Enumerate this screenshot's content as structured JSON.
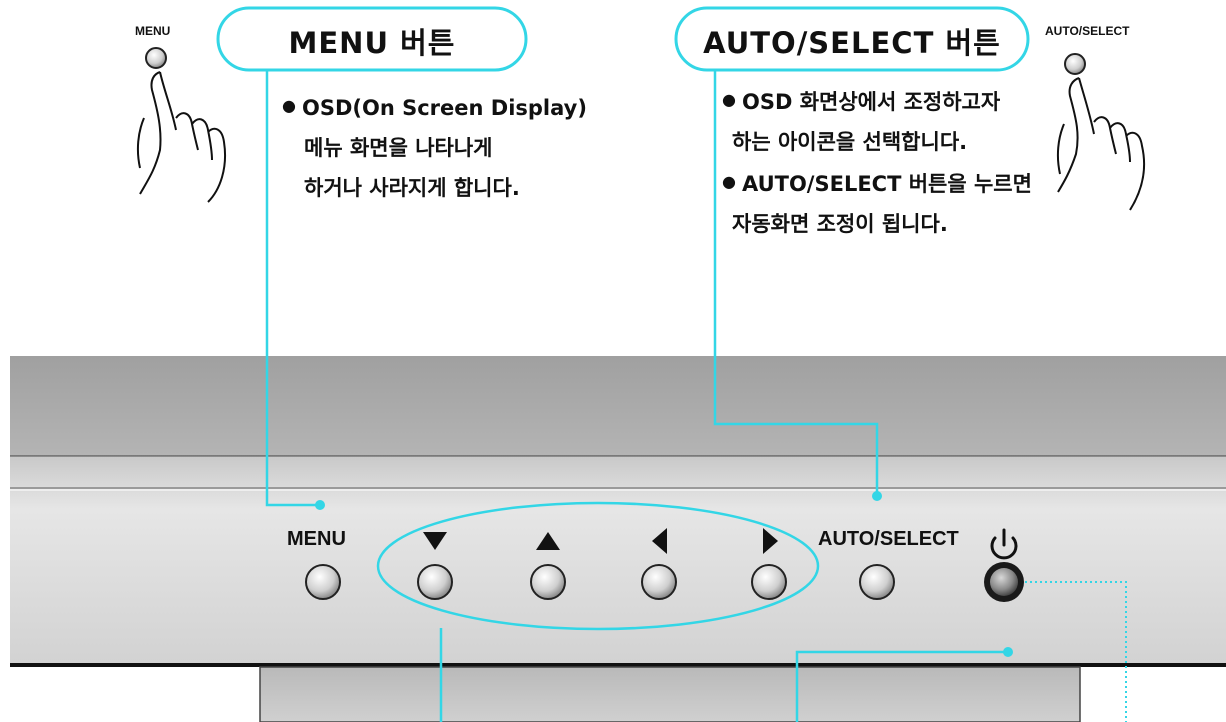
{
  "callouts": {
    "menu": {
      "title": "MENU 버튼",
      "lines": [
        "OSD(On Screen Display)",
        "메뉴 화면을 나타나게",
        "하거나 사라지게 합니다."
      ]
    },
    "auto_select": {
      "title": "AUTO/SELECT 버튼",
      "bullet1": [
        "OSD 화면상에서 조정하고자",
        "하는 아이콘을 선택합니다."
      ],
      "bullet2": [
        "AUTO/SELECT 버튼을  누르면",
        "자동화면 조정이 됩니다."
      ]
    }
  },
  "hand_icons": {
    "left_label": "MENU",
    "right_label": "AUTO/SELECT"
  },
  "panel": {
    "menu_label": "MENU",
    "down_label": "▼",
    "up_label": "▲",
    "left_label": "◀",
    "right_label": "▶",
    "auto_select_label": "AUTO/SELECT",
    "power_label": "⏻"
  },
  "colors": {
    "accent": "#33d6e6",
    "bezel_top": "#a9a9a9",
    "bezel_face": "#d9d9d9",
    "stand": "#c4c4c4"
  }
}
